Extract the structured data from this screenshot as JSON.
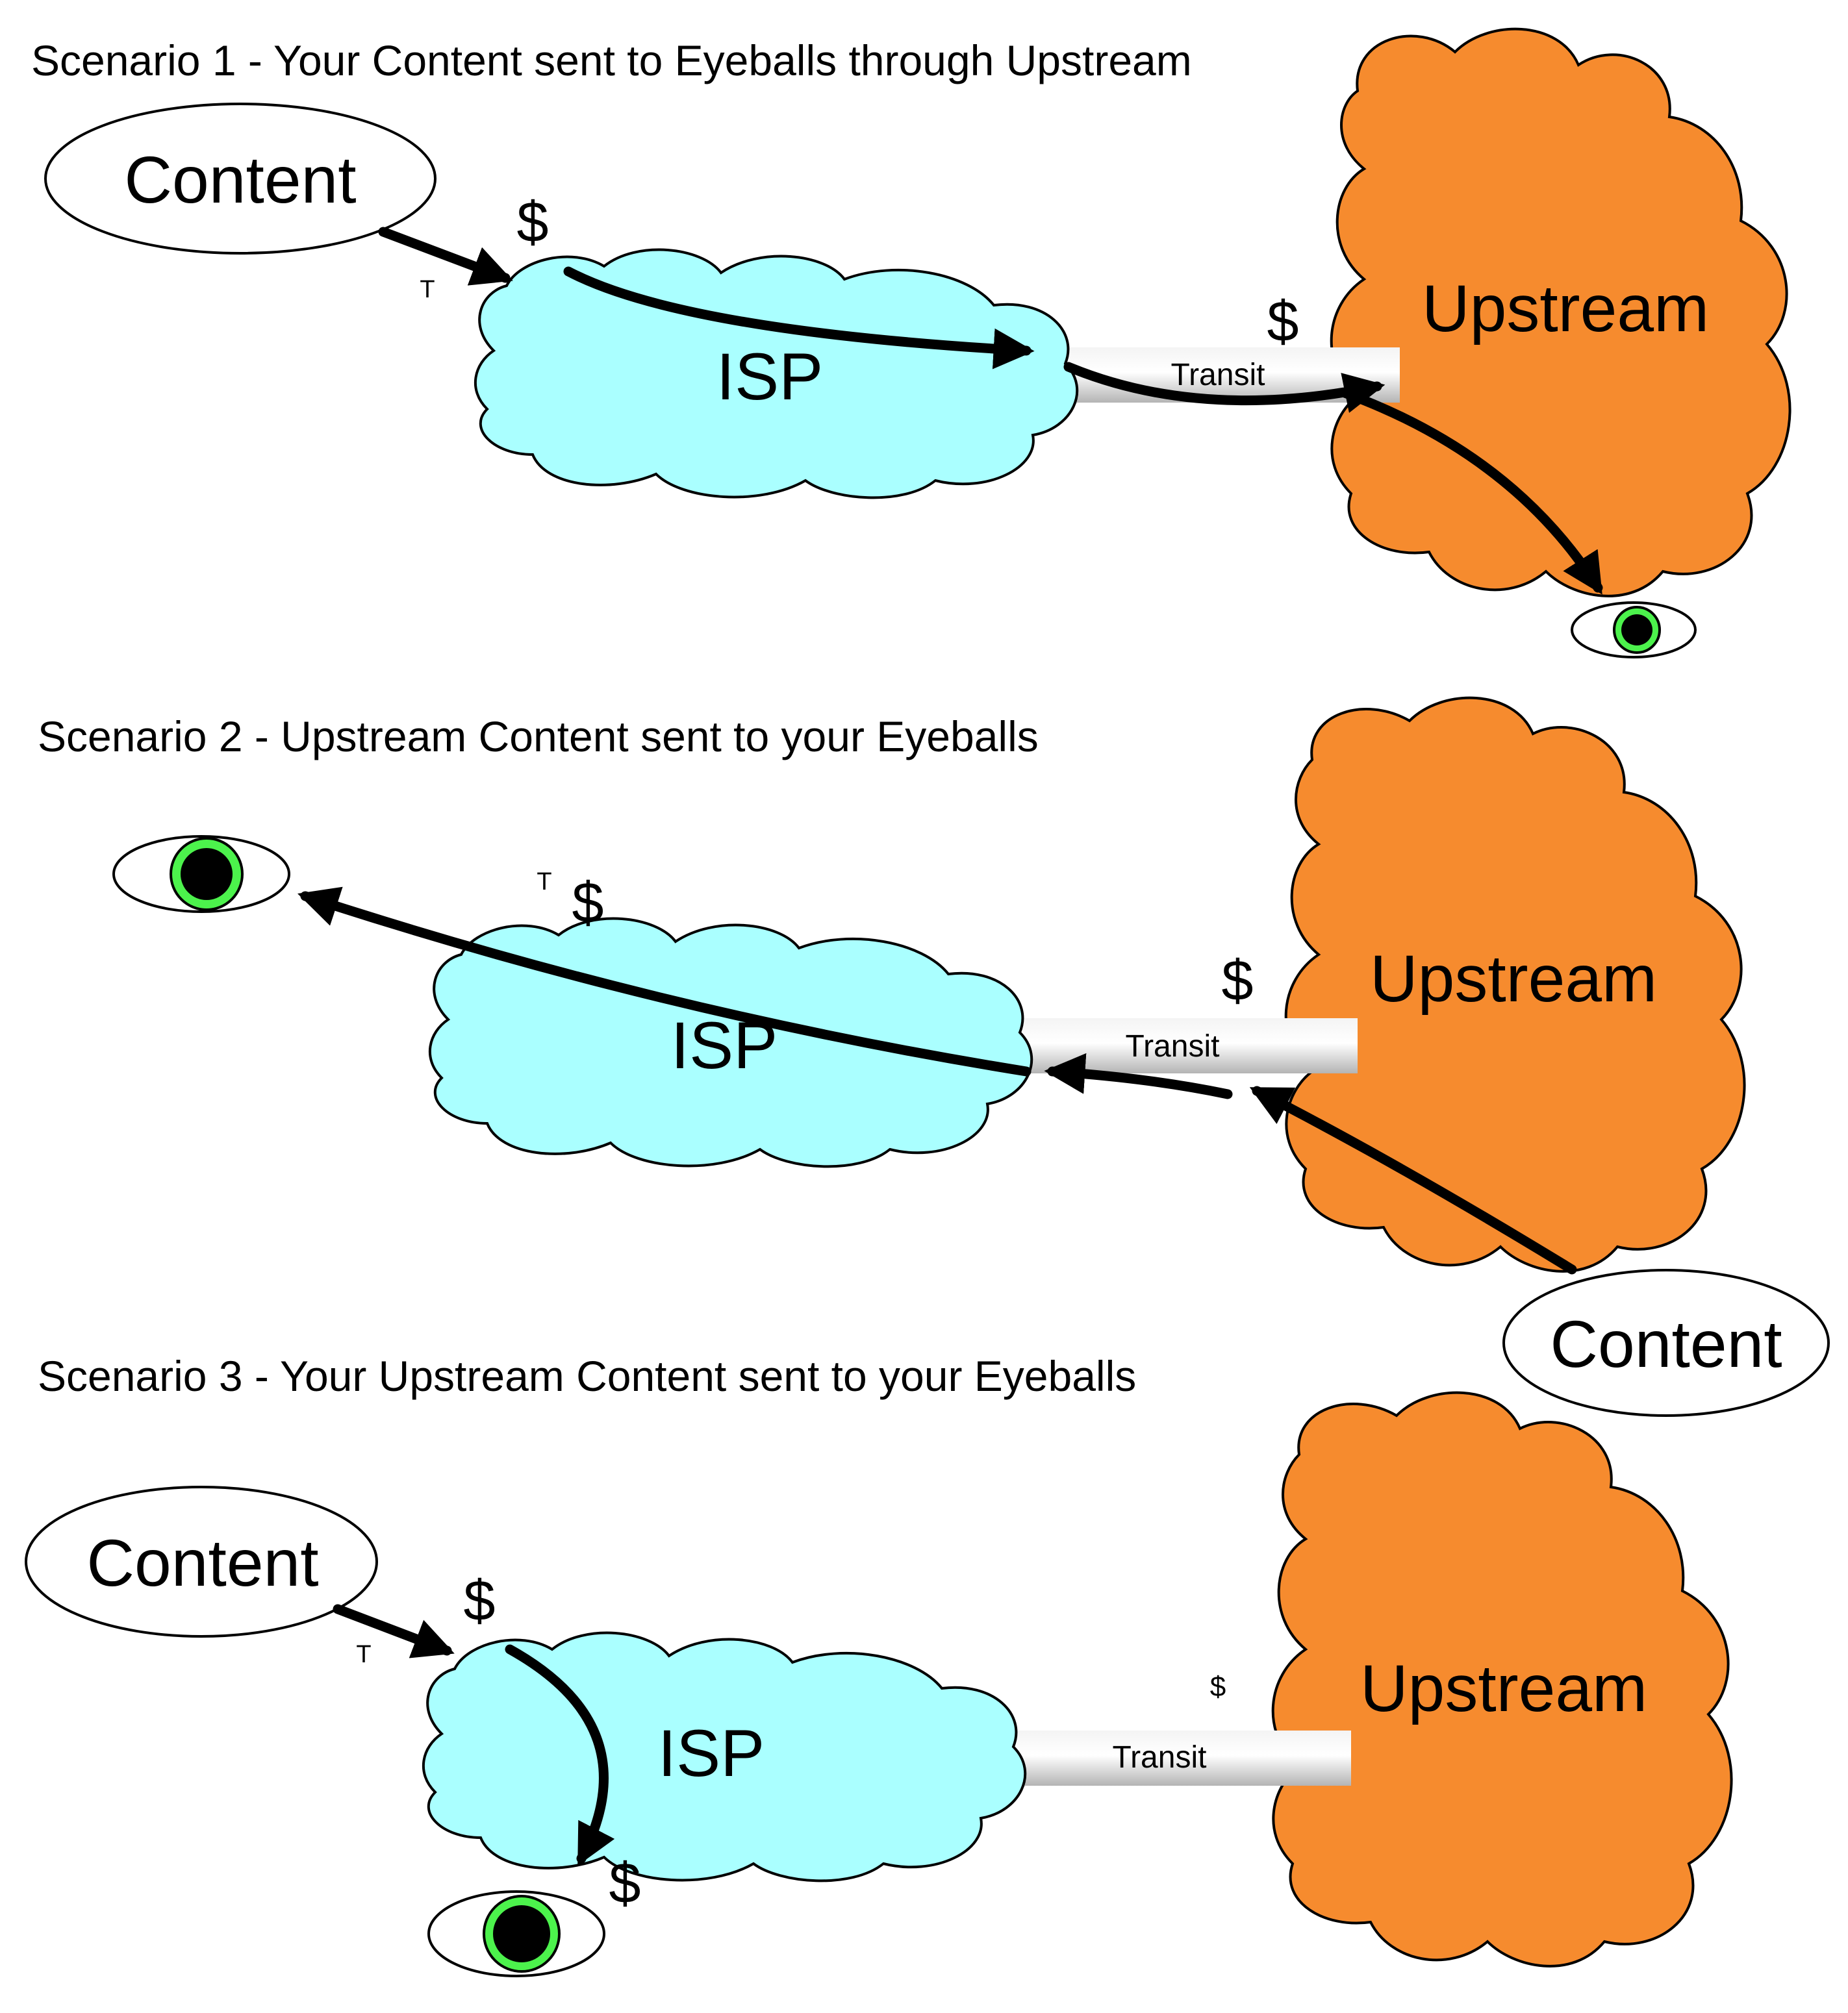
{
  "colors": {
    "isp_fill": "#aaffff",
    "upstream_fill": "#f68b2e",
    "eye_iris": "#4cf24c",
    "pupil": "#000000",
    "outline": "#000000",
    "arrow": "#000000",
    "pipe_light": "#f8f8f8",
    "pipe_dark": "#b8b8b8"
  },
  "icons": [
    "eye-icon",
    "cloud-shape",
    "ellipse-shape",
    "arrow-path"
  ],
  "labels": {
    "content": "Content",
    "isp": "ISP",
    "upstream": "Upstream",
    "transit": "Transit",
    "dollar": "$",
    "transit_mark": "T"
  },
  "scenarios": [
    {
      "title": "Scenario 1  - Your Content sent to Eyeballs through Upstream"
    },
    {
      "title": "Scenario 2  - Upstream Content sent to your Eyeballs"
    },
    {
      "title": "Scenario 3  - Your Upstream Content sent to your Eyeballs"
    }
  ]
}
